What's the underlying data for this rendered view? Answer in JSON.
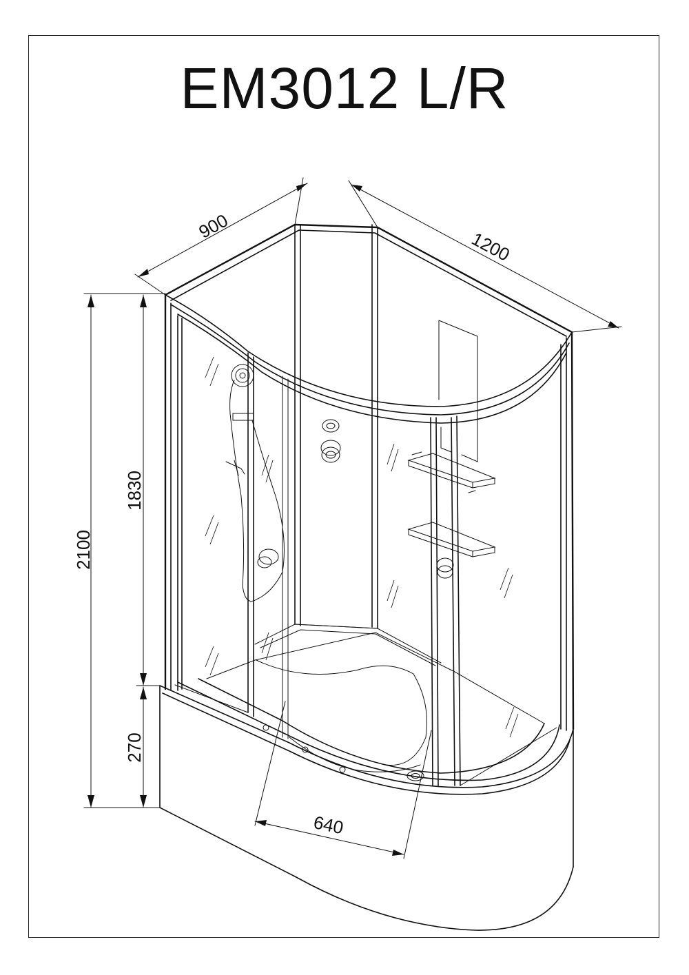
{
  "title": "EM3012 L/R",
  "dimensions": {
    "width": "900",
    "length": "1200",
    "total_height": "2100",
    "cabin_height": "1830",
    "tray_height": "270",
    "tray_depth": "640"
  }
}
